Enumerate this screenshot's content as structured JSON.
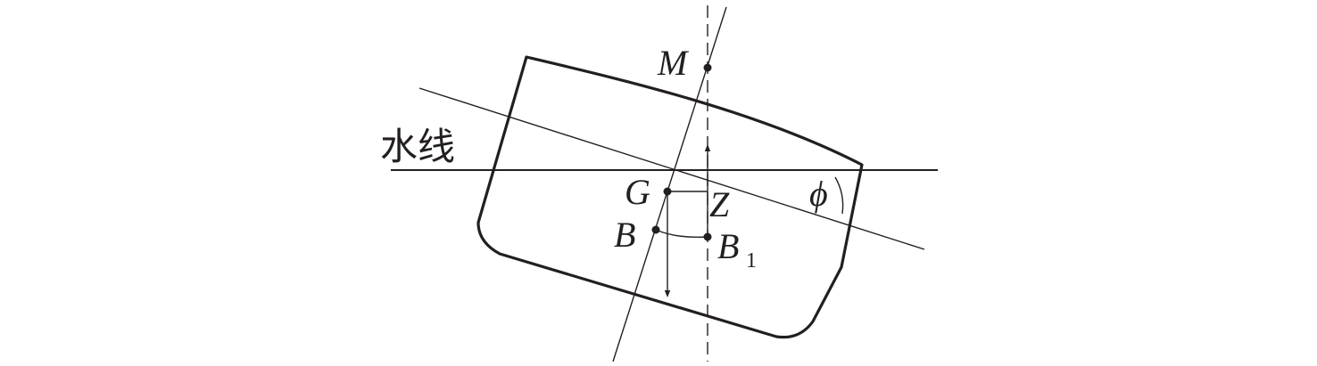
{
  "labels": {
    "metacenter": "M",
    "gravity": "G",
    "buoyancy": "B",
    "buoyancy_heeled": "B",
    "buoyancy_heeled_sub": "1",
    "z_point": "Z",
    "angle": "ϕ",
    "waterline": "水线"
  }
}
